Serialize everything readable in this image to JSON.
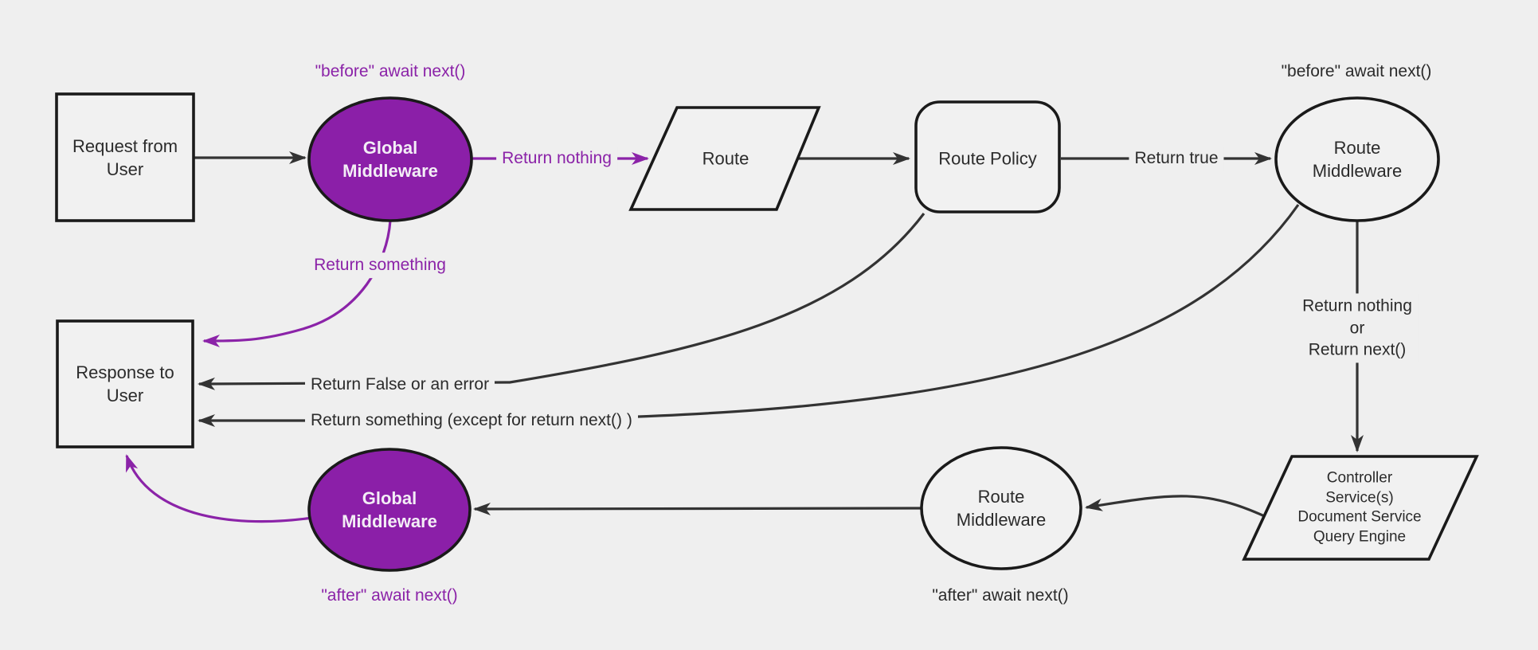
{
  "diagram": {
    "nodes": {
      "request": {
        "label": "Request from\nUser"
      },
      "global_middleware_top": {
        "label": "Global\nMiddleware"
      },
      "route": {
        "label": "Route"
      },
      "route_policy": {
        "label": "Route Policy"
      },
      "route_middleware_top": {
        "label": "Route\nMiddleware"
      },
      "controller": {
        "label": "Controller\nService(s)\nDocument Service\nQuery Engine"
      },
      "route_middleware_bottom": {
        "label": "Route\nMiddleware"
      },
      "global_middleware_bottom": {
        "label": "Global\nMiddleware"
      },
      "response": {
        "label": "Response to\nUser"
      }
    },
    "edge_labels": {
      "before_global": "\"before\" await next()",
      "return_nothing": "Return nothing",
      "return_true": "Return true",
      "before_route_mw": "\"before\" await next()",
      "return_nothing_or_next": "Return nothing\nor\nReturn next()",
      "return_something": "Return something",
      "return_false_or_error": "Return False or an error",
      "return_something_except": "Return something (except for return next() )",
      "after_route_mw": "\"after\" await next()",
      "after_global": "\"after\" await next()"
    },
    "colors": {
      "background": "#efefef",
      "node_fill": "#f1f1f1",
      "node_stroke": "#1a1a1a",
      "edge_stroke": "#333333",
      "purple_fill": "#8b1fa8",
      "purple_stroke": "#8b23a8",
      "purple_node_text": "#f3eef6",
      "text": "#2b2b2b"
    }
  }
}
